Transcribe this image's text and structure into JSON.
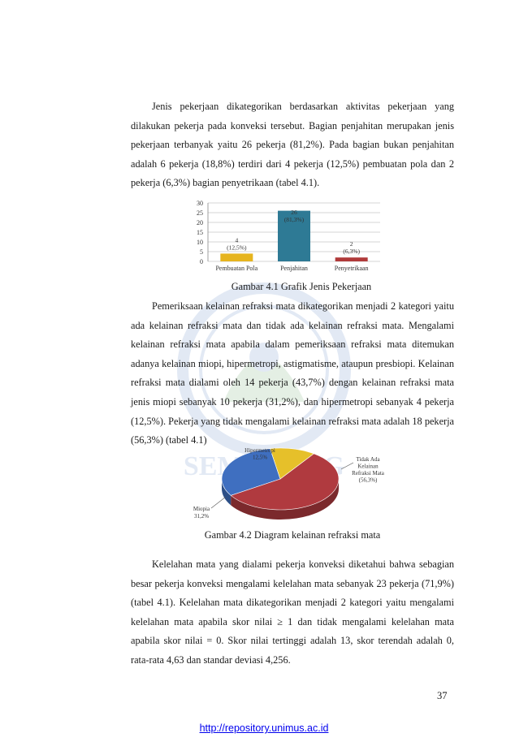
{
  "paragraphs": {
    "p1": "Jenis pekerjaan dikategorikan berdasarkan aktivitas pekerjaan yang dilakukan pekerja pada konveksi tersebut. Bagian penjahitan merupakan jenis pekerjaan terbanyak yaitu 26 pekerja (81,2%). Pada bagian bukan penjahitan adalah 6 pekerja (18,8%) terdiri dari 4 pekerja (12,5%) pembuatan pola dan 2 pekerja (6,3%) bagian penyetrikaan (tabel 4.1).",
    "p2": "Pemeriksaan kelainan refraksi mata dikategorikan menjadi 2 kategori yaitu ada kelainan refraksi mata dan tidak ada kelainan refraksi mata. Mengalami kelainan refraksi mata apabila dalam pemeriksaan refraksi mata ditemukan adanya kelainan miopi, hipermetropi, astigmatisme, ataupun presbiopi. Kelainan refraksi mata dialami oleh 14 pekerja (43,7%) dengan kelainan refraksi mata jenis miopi sebanyak 10 pekerja (31,2%), dan hipermetropi sebanyak 4 pekerja (12,5%). Pekerja yang tidak mengalami kelainan refraksi mata adalah 18 pekerja (56,3%)  (tabel 4.1)",
    "p3": "Kelelahan mata yang dialami pekerja konveksi diketahui bahwa sebagian besar pekerja konveksi mengalami kelelahan mata sebanyak 23 pekerja (71,9%) (tabel 4.1). Kelelahan mata dikategorikan menjadi 2 kategori yaitu mengalami kelelahan mata apabila skor nilai ≥ 1 dan tidak mengalami kelelahan mata apabila skor nilai = 0. Skor nilai tertinggi adalah 13, skor terendah adalah 0, rata-rata 4,63 dan standar deviasi 4,256."
  },
  "captions": {
    "fig1": "Gambar 4.1 Grafik Jenis Pekerjaan",
    "fig2": "Gambar 4.2 Diagram kelainan refraksi mata"
  },
  "watermark": {
    "text": "SEMARANG"
  },
  "page_number": "37",
  "footer_link": "http://repository.unimus.ac.id",
  "chart_data": [
    {
      "type": "bar",
      "categories": [
        "Pembuatan Pola",
        "Penjahitan",
        "Penyetrikaan"
      ],
      "values": [
        4,
        26,
        2
      ],
      "data_labels": [
        [
          "4",
          "(12,5%)"
        ],
        [
          "26",
          "(81,3%)"
        ],
        [
          "2",
          "(6,3%)"
        ]
      ],
      "colors": [
        "#e6b41e",
        "#2e7a95",
        "#b03a3a"
      ],
      "ylim": [
        0,
        30
      ],
      "yticks": [
        "0",
        "5",
        "10",
        "15",
        "20",
        "25",
        "30"
      ],
      "grid": true,
      "title": "",
      "xlabel": "",
      "ylabel": ""
    },
    {
      "type": "pie",
      "categories": [
        "Tidak Ada Kelainan Refraksi Mata",
        "Miopia",
        "Hipermetropi"
      ],
      "values": [
        56.3,
        31.2,
        12.5
      ],
      "colors": [
        "#b03a3f",
        "#3f6fc0",
        "#e6c02a"
      ],
      "labels": [
        [
          "Tidak Ada",
          "Kelainan",
          "Refraksi Mata",
          "(56,3%)"
        ],
        [
          "Miopia",
          "31,2%"
        ],
        [
          "Hipermetropi",
          "12,5%"
        ]
      ],
      "title": ""
    }
  ]
}
